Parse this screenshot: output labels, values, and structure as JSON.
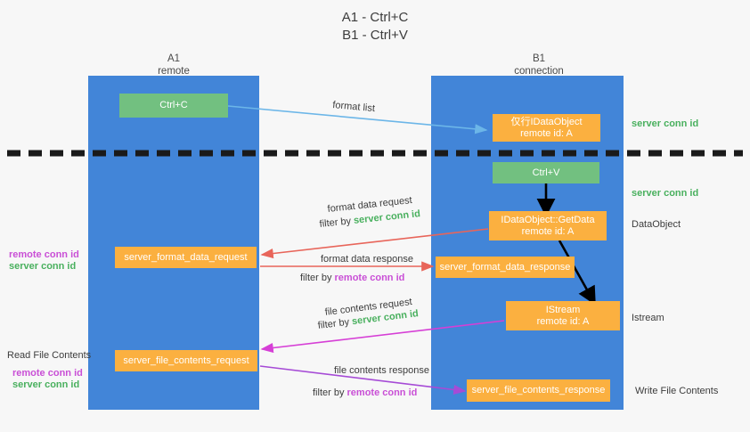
{
  "title": {
    "line1": "A1 - Ctrl+C",
    "line2": "B1 - Ctrl+V"
  },
  "lanes": [
    {
      "name": "A1",
      "sub": "remote",
      "color": "#4285d8"
    },
    {
      "name": "B1",
      "sub": "connection",
      "color": "#4285d8"
    }
  ],
  "colors": {
    "lane": "#4285d8",
    "green_box": "#72c080",
    "orange_box": "#fbb040",
    "server_conn": "#49b05e",
    "remote_conn": "#c94fd6",
    "text": "#3c3c3c",
    "arrow_blue": "#6cb6e8",
    "arrow_red": "#e8655a",
    "arrow_magenta": "#d63fd6",
    "arrow_purple": "#9b4fd6",
    "arrow_black": "#000000",
    "divider": "#1a1a1a"
  },
  "boxes": {
    "ctrl_c": {
      "label": "Ctrl+C"
    },
    "idataobject_top": {
      "line1": "仅行IDataObject",
      "line2": "remote id: A"
    },
    "ctrl_v": {
      "label": "Ctrl+V"
    },
    "getdata": {
      "line1": "IDataObject::GetData",
      "line2": "remote id: A"
    },
    "format_data_request": {
      "label": "server_format_data_request"
    },
    "format_data_response": {
      "label": "server_format_data_response"
    },
    "istream": {
      "line1": "IStream",
      "line2": "remote id: A"
    },
    "file_contents_request": {
      "label": "server_file_contents_request"
    },
    "file_contents_response": {
      "label": "server_file_contents_response"
    }
  },
  "arrow_labels": {
    "format_list": "format list",
    "format_data_request": "format data request",
    "format_data_request_filter_pre": "filter by ",
    "format_data_request_filter_value": "server conn id",
    "format_data_response": "format data response",
    "format_data_response_filter_pre": "filter by ",
    "format_data_response_filter_value": "remote conn id",
    "file_contents_request": "file contents request",
    "file_contents_request_filter_pre": "filter by ",
    "file_contents_request_filter_value": "server conn id",
    "file_contents_response": "file contents response",
    "file_contents_response_filter_pre": "filter by ",
    "file_contents_response_filter_value": "remote conn id"
  },
  "right_labels": {
    "server_conn_top": "server conn id",
    "server_conn_mid": "server conn id",
    "dataobject": "DataObject",
    "istream": "Istream",
    "write_file_contents": "Write File Contents"
  },
  "left_labels": {
    "remote_conn_1": "remote conn id",
    "server_conn_1": "server conn id",
    "read_file_contents": "Read File Contents",
    "remote_conn_2": "remote conn id",
    "server_conn_2": "server conn id"
  }
}
